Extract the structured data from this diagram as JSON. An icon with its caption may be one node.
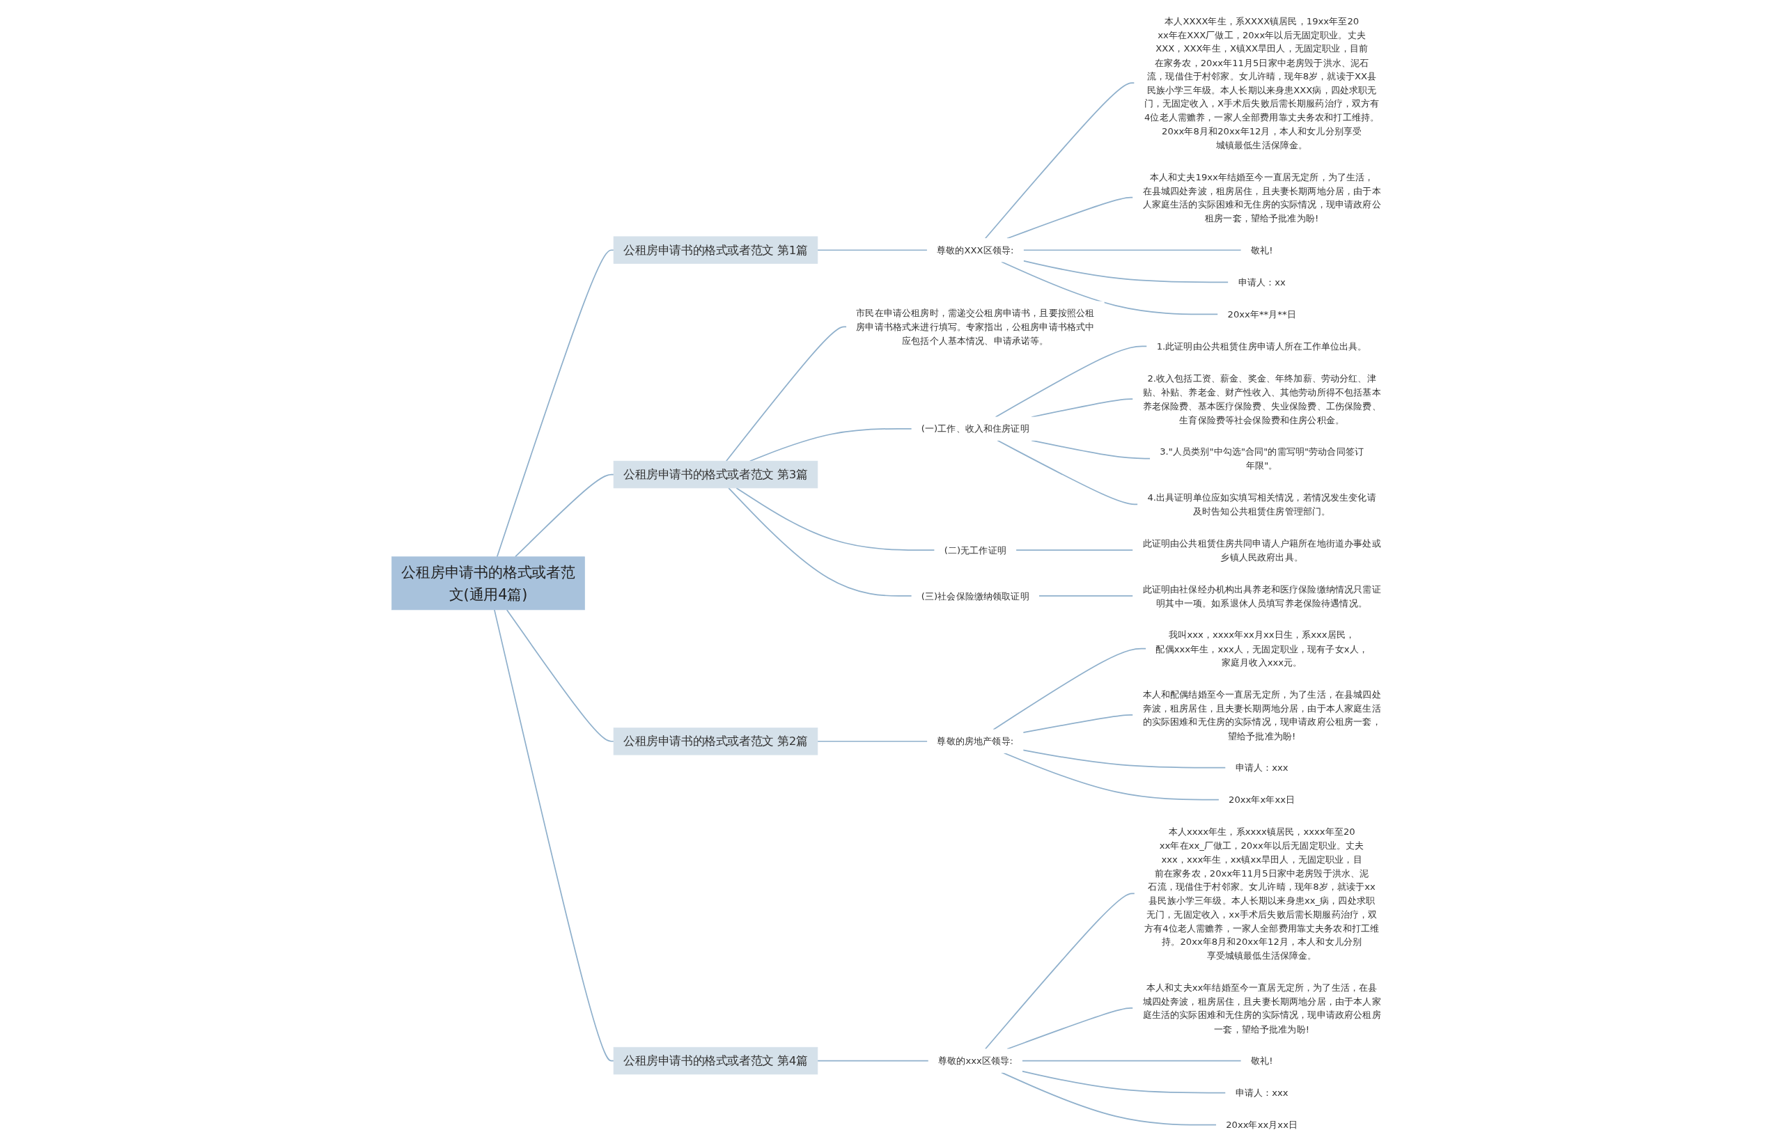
{
  "diagram": {
    "nodes": [
      {
        "text": [
          "公租房申请书的格式或者范文(通用4篇)"
        ]
      },
      {
        "text": [
          "公租房申请书的格式或者范文 第1篇"
        ]
      },
      {
        "text": [
          "尊敬的XXX区领导:"
        ]
      },
      {
        "text": [
          "本人XXXX年生，系XXXX镇居民，19xx年至20xx年在XXX厂做工，20xx年以后无固定职业。丈夫XXX，XXX年生，X镇XX旱田人，无固定职业，目前在家务农，20xx年11月5日家中老房毁于洪水、泥石流，现借住于村邻家。女儿许晴，现年8岁，就读于XX县民族小学三年级。本人长期以来身患XXX病，四处求职无门，无固定收入，X手术后失败后需长期服药治疗，双方有4位老人需赡养，一家人全部费用靠丈夫务农和打工维持。20xx年8月和20xx年12月，本人和女儿分别享受城镇最低生活保障金。"
        ]
      },
      {
        "text": [
          "本人和丈夫19xx年结婚至今一直居无定所，为了生活，在县城四处奔波，租房居住，且夫妻长期两地分居，由于本人家庭生活的实际困难和无住房的实际情况，现申请政府公租房一套，望给予批准为盼!"
        ]
      },
      {
        "text": [
          "敬礼!"
        ]
      },
      {
        "text": [
          "申请人：xx"
        ]
      },
      {
        "text": [
          "20xx年**月**日"
        ]
      },
      {
        "text": [
          "公租房申请书的格式或者范文 第3篇"
        ]
      },
      {
        "text": [
          "市民在申请公租房时，需递交公租房申请书，且要按照公租房申请书格式来进行填写。专家指出，公租房申请书格式中应包括个人基本情况、申请承诺等。"
        ]
      },
      {
        "text": [
          "(一)工作、收入和住房证明"
        ]
      },
      {
        "text": [
          "1.此证明由公共租赁住房申请人所在工作单位出具。"
        ]
      },
      {
        "text": [
          "2.收入包括工资、薪金、奖金、年终加薪、劳动分红、津贴、补贴、养老金、财产性收入、其他劳动所得不包括基本养老保险费、基本医疗保险费、失业保险费、工伤保险费、生育保险费等社会保险费和住房公积金。"
        ]
      },
      {
        "text": [
          "3.\"人员类别\"中勾选\"合同\"的需写明\"劳动合同签订年限\"。"
        ]
      },
      {
        "text": [
          "4.出具证明单位应如实填写相关情况，若情况发生变化请及时告知公共租赁住房管理部门。"
        ]
      },
      {
        "text": [
          "(二)无工作证明"
        ]
      },
      {
        "text": [
          "此证明由公共租赁住房共同申请人户籍所在地街道办事处或乡镇人民政府出具。"
        ]
      },
      {
        "text": [
          "(三)社会保险缴纳领取证明"
        ]
      },
      {
        "text": [
          "此证明由社保经办机构出具养老和医疗保险缴纳情况只需证明其中一项。如系退休人员填写养老保险待遇情况。"
        ]
      },
      {
        "text": [
          "公租房申请书的格式或者范文 第2篇"
        ]
      },
      {
        "text": [
          "尊敬的房地产领导:"
        ]
      },
      {
        "text": [
          "我叫xxx，xxxx年xx月xx日生，系xxx居民，配偶xxx年生，xxx人，无固定职业，现有子女x人，家庭月收入xxx元。"
        ]
      },
      {
        "text": [
          "本人和配偶结婚至今一直居无定所，为了生活，在县城四处奔波，租房居住，且夫妻长期两地分居，由于本人家庭生活的实际困难和无住房的实际情况，现申请政府公租房一套，望给予批准为盼!"
        ]
      },
      {
        "text": [
          "申请人：xxx"
        ]
      },
      {
        "text": [
          "20xx年x年xx日"
        ]
      },
      {
        "text": [
          "公租房申请书的格式或者范文 第4篇"
        ]
      },
      {
        "text": [
          "尊敬的xxx区领导:"
        ]
      },
      {
        "text": [
          "本人xxxx年生，系xxxx镇居民，xxxx年至20xx年在xx_厂做工，20xx年以后无固定职业。丈夫xxx，xxx年生，xx镇xx旱田人，无固定职业，目前在家务农，20xx年11月5日家中老房毁于洪水、泥石流，现借住于村邻家。女儿许晴，现年8岁，就读于xx县民族小学三年级。本人长期以来身患xx_病，四处求职无门，无固定收入，xx手术后失败后需长期服药治疗，双方有4位老人需赡养，一家人全部费用靠丈夫务农和打工维持。20xx年8月和20xx年12月，本人和女儿分别享受城镇最低生活保障金。"
        ]
      },
      {
        "text": [
          "本人和丈夫xx年结婚至今一直居无定所，为了生活，在县城四处奔波，租房居住，且夫妻长期两地分居，由于本人家庭生活的实际困难和无住房的实际情况，现申请政府公租房一套，望给予批准为盼!"
        ]
      },
      {
        "text": [
          "敬礼!"
        ]
      },
      {
        "text": [
          "申请人：xxx"
        ]
      },
      {
        "text": [
          "20xx年xx月xx日"
        ]
      }
    ],
    "edges": [
      {
        "from": 0,
        "to": 1,
        "arrow": "none"
      },
      {
        "from": 1,
        "to": 2,
        "arrow": "none"
      },
      {
        "from": 2,
        "to": 3,
        "arrow": "none"
      },
      {
        "from": 2,
        "to": 4,
        "arrow": "none"
      },
      {
        "from": 2,
        "to": 5,
        "arrow": "none"
      },
      {
        "from": 2,
        "to": 6,
        "arrow": "none"
      },
      {
        "from": 2,
        "to": 7,
        "arrow": "none"
      },
      {
        "from": 0,
        "to": 8,
        "arrow": "none"
      },
      {
        "from": 8,
        "to": 9,
        "arrow": "none"
      },
      {
        "from": 8,
        "to": 10,
        "arrow": "none"
      },
      {
        "from": 10,
        "to": 11,
        "arrow": "none"
      },
      {
        "from": 10,
        "to": 12,
        "arrow": "none"
      },
      {
        "from": 10,
        "to": 13,
        "arrow": "none"
      },
      {
        "from": 10,
        "to": 14,
        "arrow": "none"
      },
      {
        "from": 8,
        "to": 15,
        "arrow": "none"
      },
      {
        "from": 15,
        "to": 16,
        "arrow": "none"
      },
      {
        "from": 8,
        "to": 17,
        "arrow": "none"
      },
      {
        "from": 17,
        "to": 18,
        "arrow": "none"
      },
      {
        "from": 0,
        "to": 19,
        "arrow": "none"
      },
      {
        "from": 19,
        "to": 20,
        "arrow": "none"
      },
      {
        "from": 20,
        "to": 21,
        "arrow": "none"
      },
      {
        "from": 20,
        "to": 22,
        "arrow": "none"
      },
      {
        "from": 20,
        "to": 23,
        "arrow": "none"
      },
      {
        "from": 20,
        "to": 24,
        "arrow": "none"
      },
      {
        "from": 0,
        "to": 25,
        "arrow": "none"
      },
      {
        "from": 25,
        "to": 26,
        "arrow": "none"
      },
      {
        "from": 26,
        "to": 27,
        "arrow": "none"
      },
      {
        "from": 26,
        "to": 28,
        "arrow": "none"
      },
      {
        "from": 26,
        "to": 29,
        "arrow": "none"
      },
      {
        "from": 26,
        "to": 30,
        "arrow": "none"
      },
      {
        "from": 26,
        "to": 31,
        "arrow": "none"
      }
    ]
  }
}
